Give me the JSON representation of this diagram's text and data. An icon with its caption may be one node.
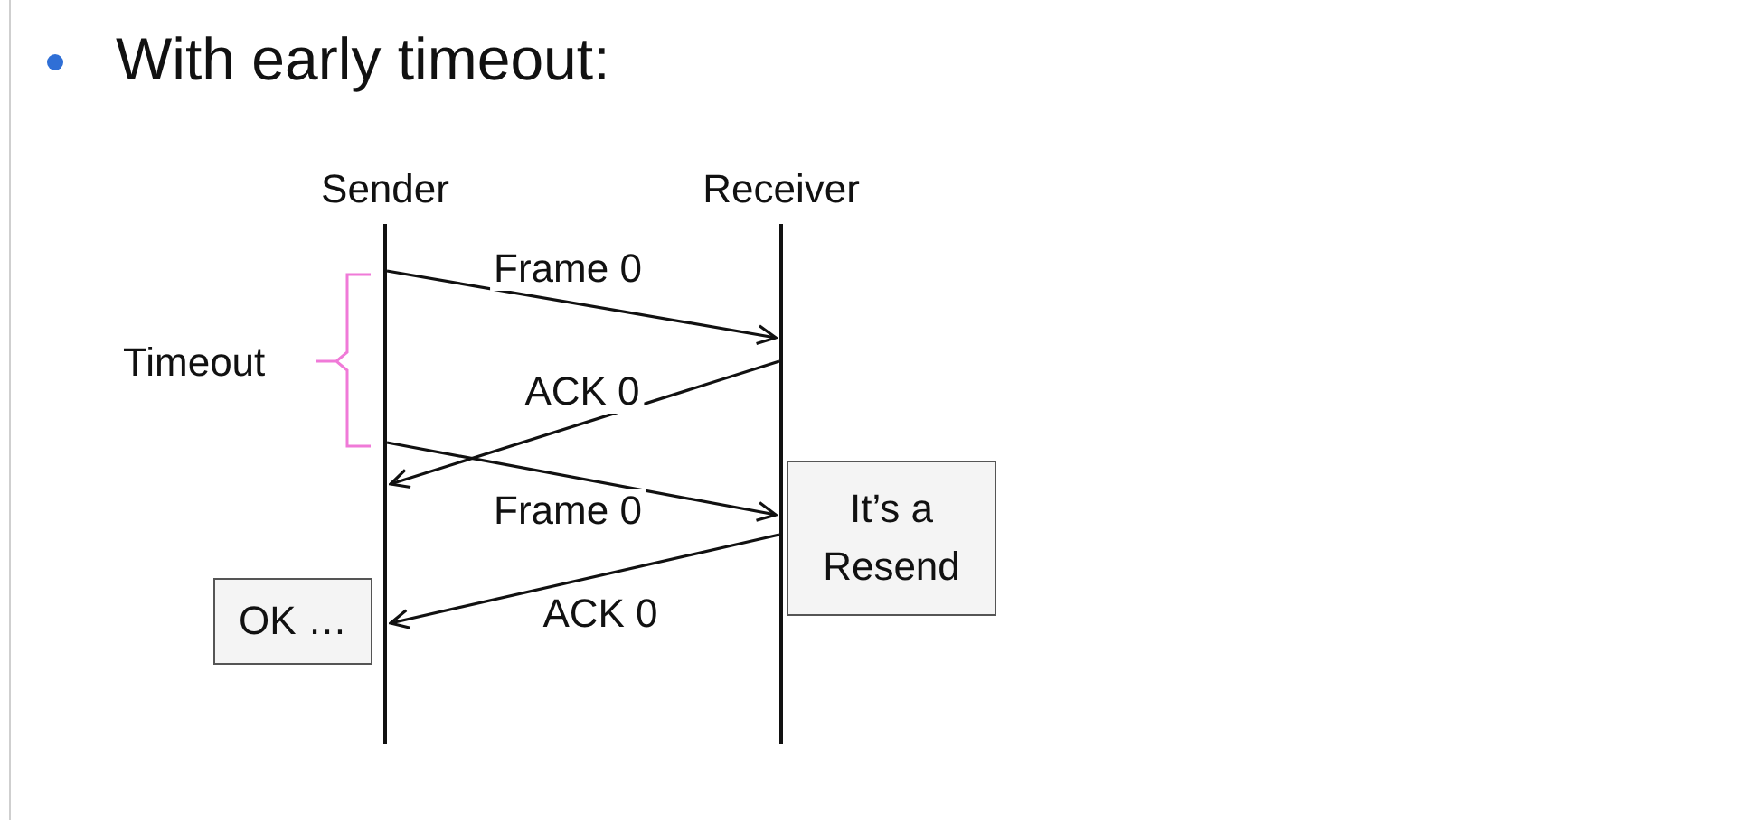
{
  "diagram": {
    "title": "With early timeout:",
    "nodes": [
      {
        "text": [
          "Sender"
        ]
      },
      {
        "text": [
          "Receiver"
        ]
      },
      {
        "text": [
          "It’s a Resend"
        ]
      },
      {
        "text": [
          "OK …"
        ]
      }
    ],
    "edges": [
      {
        "from": 0,
        "to": 1,
        "arrow": "to",
        "label": "Frame 0"
      },
      {
        "from": 1,
        "to": 0,
        "arrow": "to",
        "label": "ACK 0"
      },
      {
        "from": 0,
        "to": 1,
        "arrow": "to",
        "label": "Frame 0"
      },
      {
        "from": 1,
        "to": 0,
        "arrow": "to",
        "label": "ACK 0"
      }
    ],
    "labels": [
      "Timeout"
    ]
  }
}
